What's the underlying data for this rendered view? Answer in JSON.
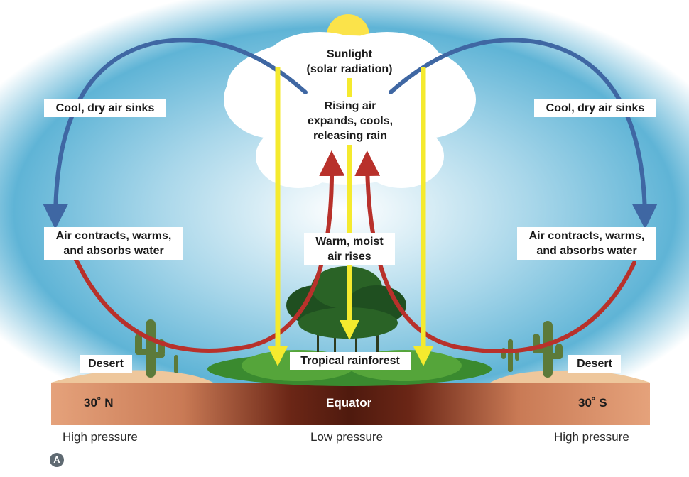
{
  "labels": {
    "sunlight": "Sunlight\n(solar radiation)",
    "rising_air": "Rising air\nexpands, cools,\nreleasing rain",
    "cool_dry_left": "Cool, dry air sinks",
    "cool_dry_right": "Cool, dry air sinks",
    "air_contracts_left": "Air contracts, warms,\nand absorbs water",
    "air_contracts_right": "Air contracts, warms,\nand absorbs water",
    "warm_moist": "Warm, moist\nair rises",
    "desert_left": "Desert",
    "desert_right": "Desert",
    "tropical_rainforest": "Tropical rainforest"
  },
  "ground_band": {
    "left": "30˚ N",
    "center": "Equator",
    "right": "30˚ S"
  },
  "pressure": {
    "left": "High pressure",
    "center": "Low pressure",
    "right": "High pressure"
  },
  "panel_badge": "A",
  "colors": {
    "sinking_air": "#3f67a3",
    "rising_air": "#b8312b",
    "sunlight": "#f5ea2e",
    "sky": "#5fb4d6",
    "soil_dark": "#5a1f12",
    "soil_light": "#e5a27b",
    "vegetation": "#3a8a2f"
  }
}
